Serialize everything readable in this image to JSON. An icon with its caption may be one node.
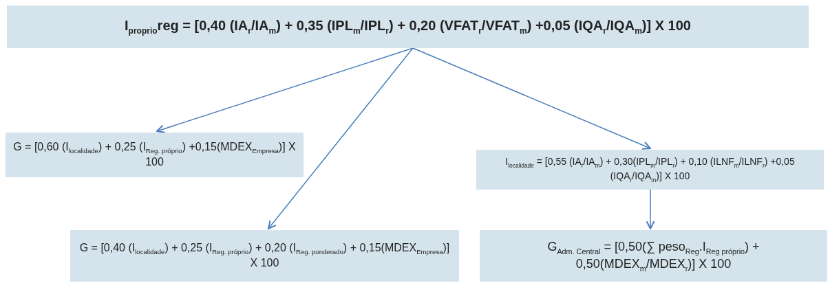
{
  "diagram": {
    "nodes": [
      {
        "text": [
          "I$_{proprio}$reg = [0,40 (IA$_{r}$/IA$_{m}$) + 0,35 (IPL$_{m}$/IPL$_{r}$) + 0,20 (VFAT$_{r}$/VFAT$_{m}$) +0,05 (IQA$_{r}$/IQA$_{m}$)] X 100"
        ]
      },
      {
        "text": [
          "G = [0,60 (I$_{localidade}$) + 0,25 (I$_{Reg. próprio}$) +0,15(MDEX$_{Empresa}$)] X 100"
        ]
      },
      {
        "text": [
          "I$_{localidade}$ = [0,55 (IA$_{r}$/IA$_{m}$) + 0,30(IPL$_{m}$/IPL$_{r}$) + 0,10 (ILNF$_{m}$/ILNF$_{r}$) +0,05 (IQA$_{r}$/IQA$_{m}$)] X 100"
        ]
      },
      {
        "text": [
          "G = [0,40 (I$_{localidade}$) + 0,25 (I$_{Reg. próprio}$) + 0,20 (I$_{Reg. ponderado}$) + 0,15(MDEX$_{Empresa}$)] X 100"
        ]
      },
      {
        "text": [
          "G$_{Adm. Central}$ = [0,50(∑ peso$_{Reg}$.I$_{Reg próprio}$) + 0,50(MDEX$_{m}$/MDEX$_{r}$)] X 100"
        ]
      }
    ],
    "edges": [
      {
        "from": 0,
        "to": 1,
        "arrow": "to"
      },
      {
        "from": 0,
        "to": 3,
        "arrow": "to"
      },
      {
        "from": 0,
        "to": 2,
        "arrow": "to"
      },
      {
        "from": 2,
        "to": 4,
        "arrow": "to"
      }
    ]
  }
}
